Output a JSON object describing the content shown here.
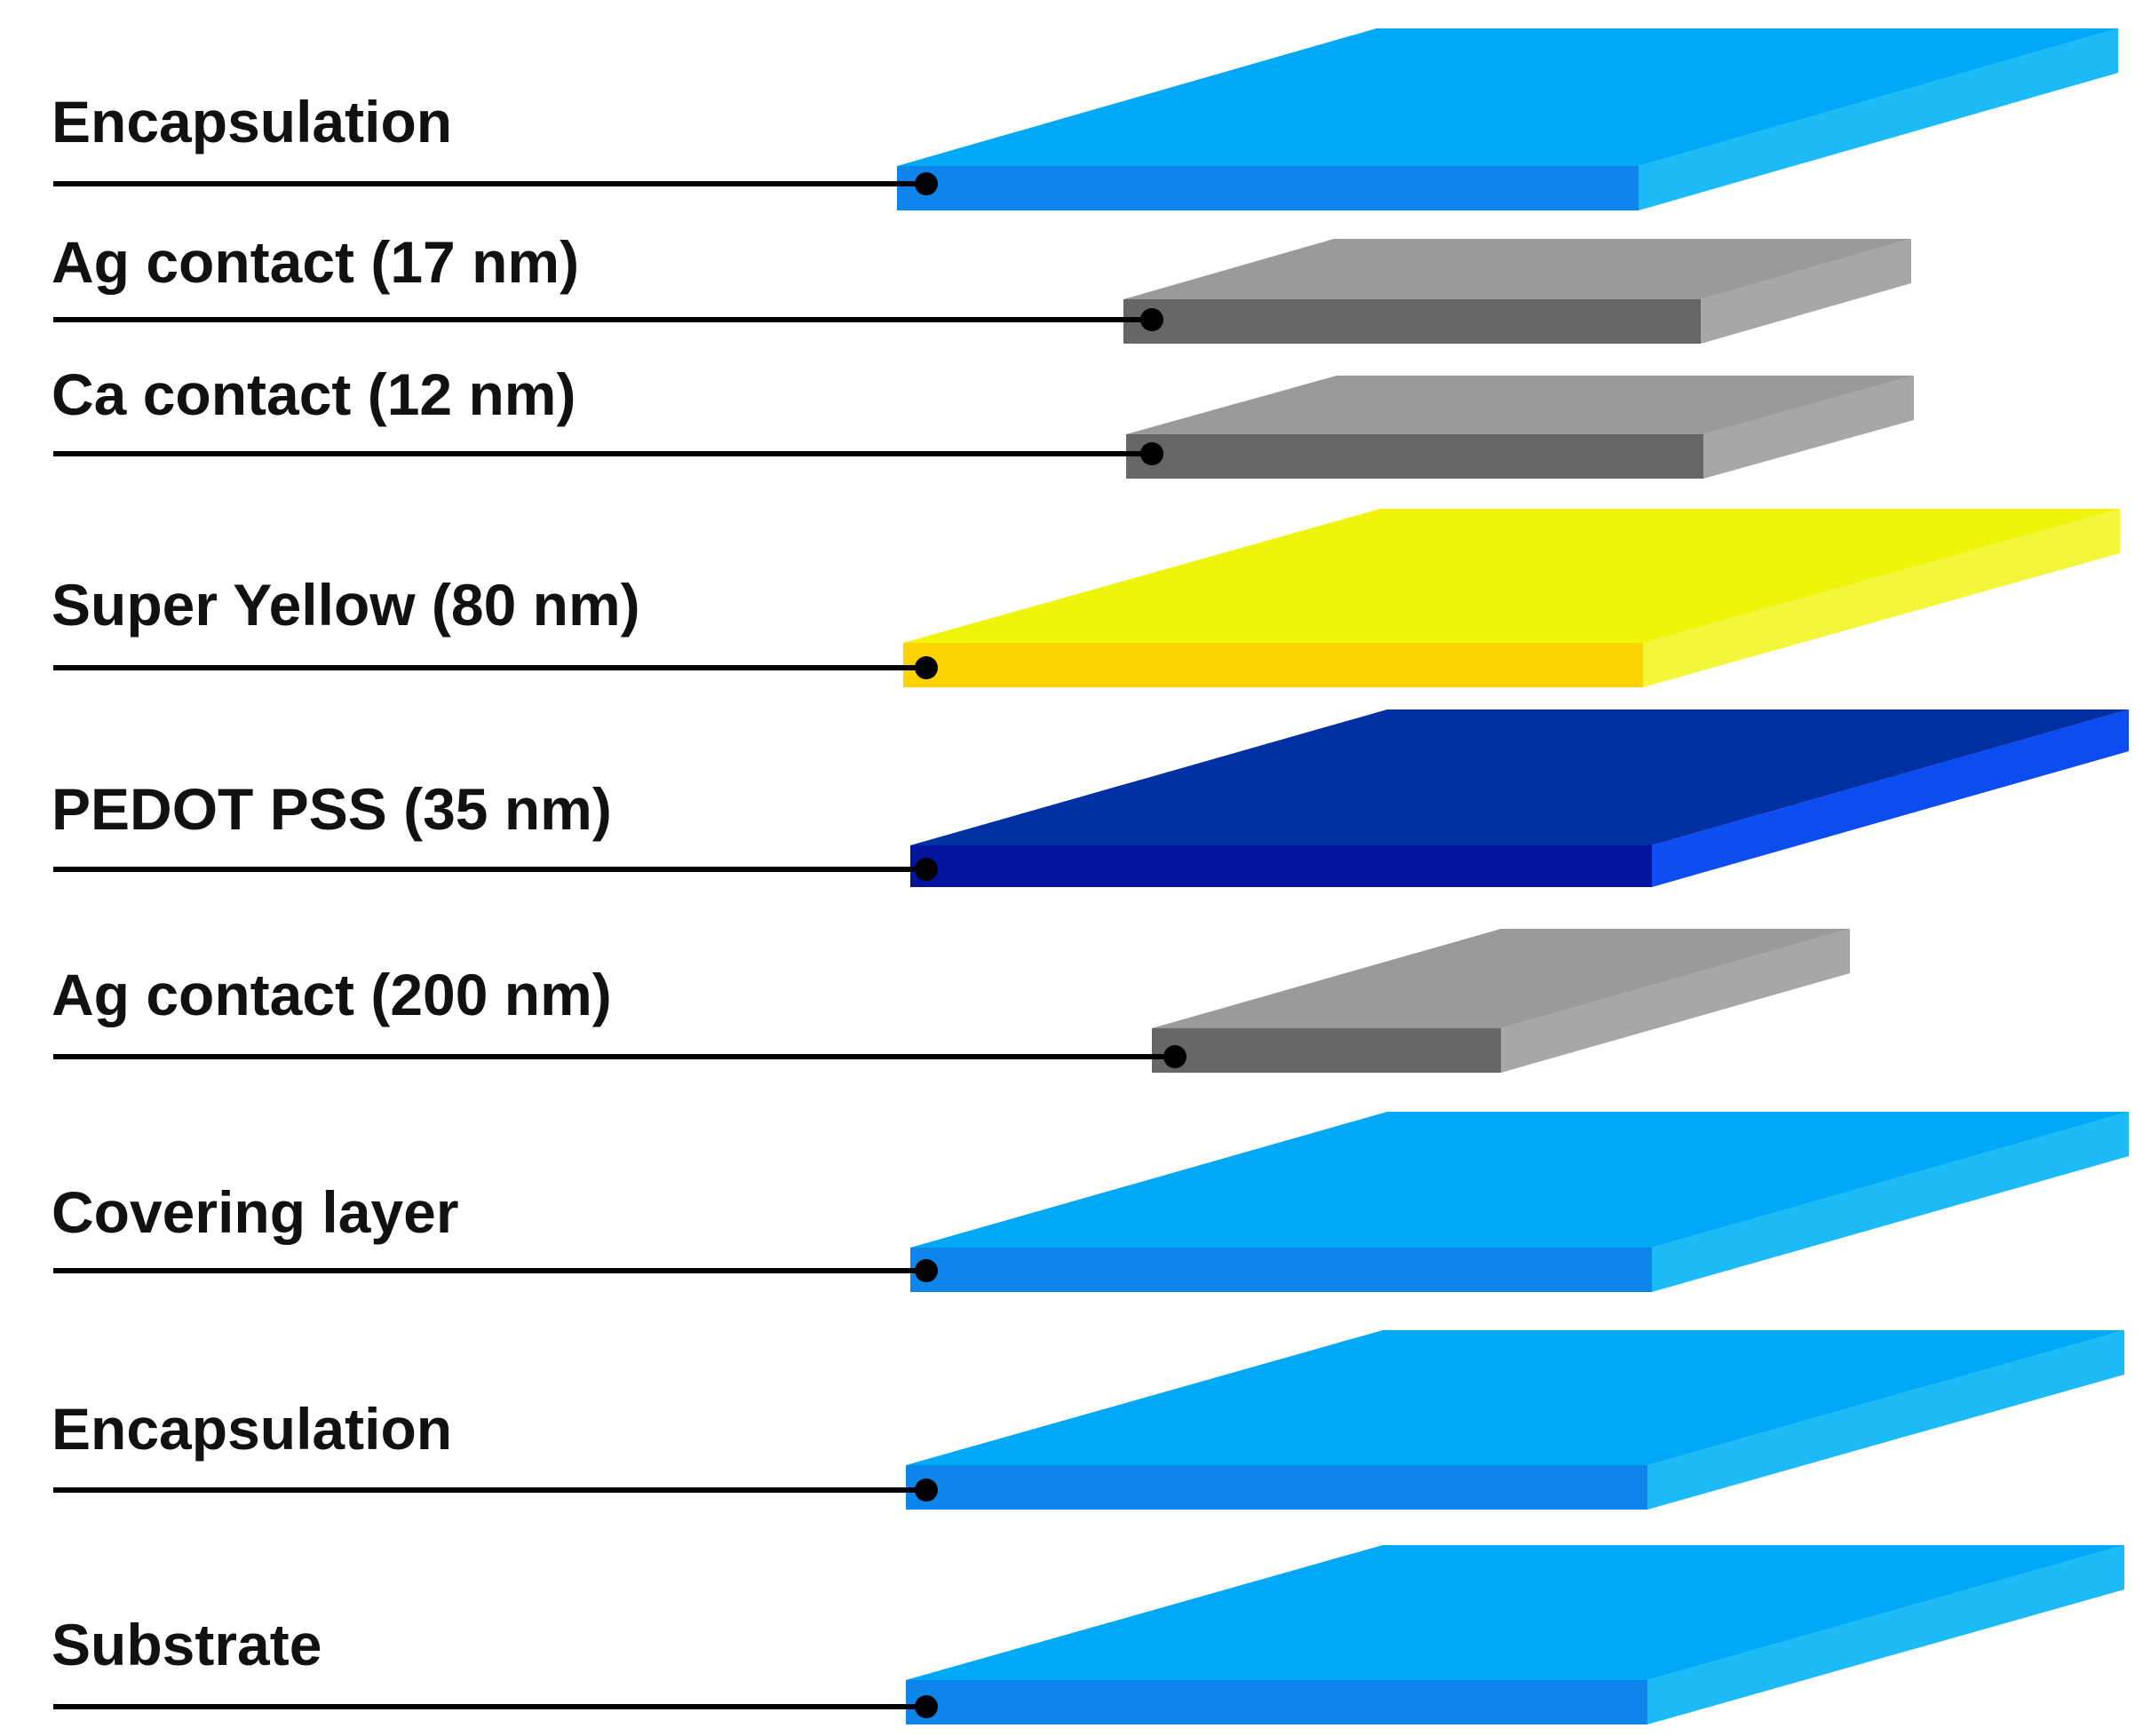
{
  "layers": [
    {
      "label": "Encapsulation",
      "top_color": "#00a9f5",
      "front_color": "#0d85eb",
      "side_color": "#1cbaf6"
    },
    {
      "label": "Ag contact (17 nm)",
      "top_color": "#9a9a9a",
      "front_color": "#666666",
      "side_color": "#a7a7a7"
    },
    {
      "label": "Ca contact (12 nm)",
      "top_color": "#9a9a9a",
      "front_color": "#666666",
      "side_color": "#a7a7a7"
    },
    {
      "label": "Super Yellow (80 nm)",
      "top_color": "#eef50a",
      "front_color": "#ffd300",
      "side_color": "#f2f73a"
    },
    {
      "label": "PEDOT PSS (35 nm)",
      "top_color": "#0031a4",
      "front_color": "#00159b",
      "side_color": "#0d4cf0"
    },
    {
      "label": "Ag contact (200 nm)",
      "top_color": "#9a9a9a",
      "front_color": "#666666",
      "side_color": "#a7a7a7"
    },
    {
      "label": "Covering layer",
      "top_color": "#00a9f5",
      "front_color": "#0d85eb",
      "side_color": "#1cbaf6"
    },
    {
      "label": "Encapsulation",
      "top_color": "#00a9f5",
      "front_color": "#0d85eb",
      "side_color": "#1cbaf6"
    },
    {
      "label": "Substrate",
      "top_color": "#00a9f5",
      "front_color": "#0d85eb",
      "side_color": "#1cbaf6"
    }
  ]
}
